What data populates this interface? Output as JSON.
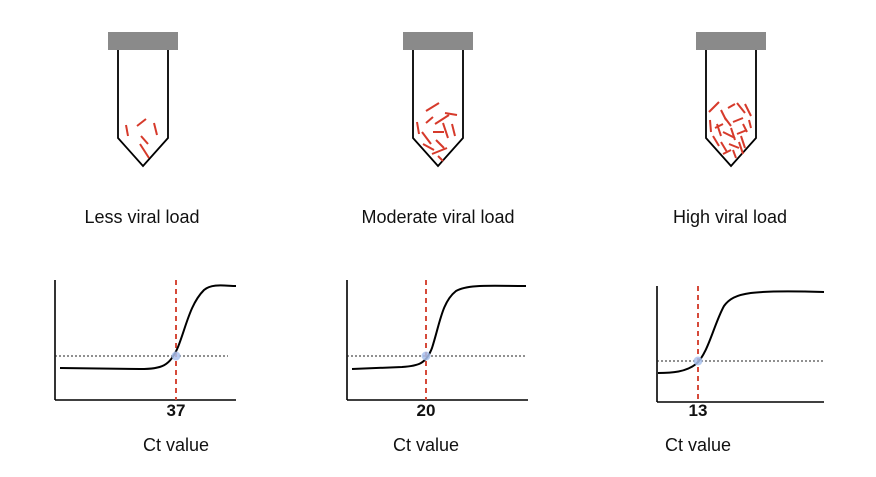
{
  "colors": {
    "cap": "#8a8a8a",
    "tube_outline": "#000000",
    "particle": "#d63a2b",
    "ct_line": "#d64a3a",
    "threshold": "#222222",
    "intersection": "#a9c2ee",
    "curve": "#000000"
  },
  "panels": [
    {
      "load_label": "Less viral load",
      "ct_value": "37",
      "ct_label": "Ct value",
      "particle_count": 5
    },
    {
      "load_label": "Moderate viral load",
      "ct_value": "20",
      "ct_label": "Ct value",
      "particle_count": 13
    },
    {
      "load_label": "High viral load",
      "ct_value": "13",
      "ct_label": "Ct value",
      "particle_count": 22
    }
  ]
}
